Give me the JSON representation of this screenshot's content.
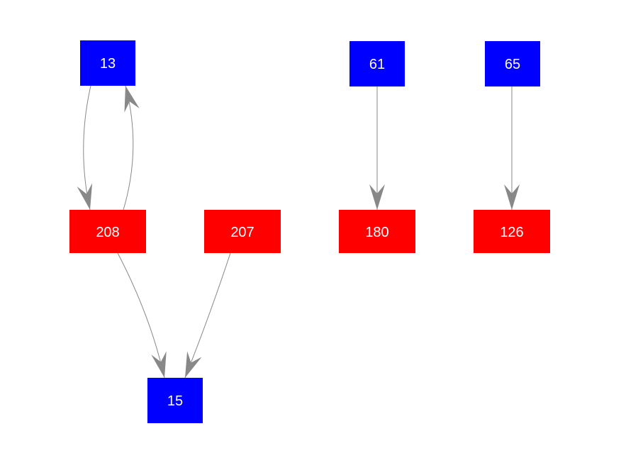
{
  "diagram": {
    "type": "directed-graph",
    "background": "#ffffff",
    "colors": {
      "blue": "#0000ff",
      "red": "#ff0000",
      "edge": "#888888",
      "label": "#ffffff"
    },
    "nodes": [
      {
        "id": "13",
        "label": "13",
        "color": "blue"
      },
      {
        "id": "61",
        "label": "61",
        "color": "blue"
      },
      {
        "id": "65",
        "label": "65",
        "color": "blue"
      },
      {
        "id": "208",
        "label": "208",
        "color": "red"
      },
      {
        "id": "207",
        "label": "207",
        "color": "red"
      },
      {
        "id": "180",
        "label": "180",
        "color": "red"
      },
      {
        "id": "126",
        "label": "126",
        "color": "red"
      },
      {
        "id": "15",
        "label": "15",
        "color": "blue"
      }
    ],
    "edges": [
      {
        "from": "13",
        "to": "208",
        "style": "curved-left"
      },
      {
        "from": "208",
        "to": "13",
        "style": "curved-right"
      },
      {
        "from": "208",
        "to": "15",
        "style": "slight-curve"
      },
      {
        "from": "207",
        "to": "15",
        "style": "slight-curve"
      },
      {
        "from": "61",
        "to": "180",
        "style": "straight"
      },
      {
        "from": "65",
        "to": "126",
        "style": "straight"
      }
    ]
  }
}
